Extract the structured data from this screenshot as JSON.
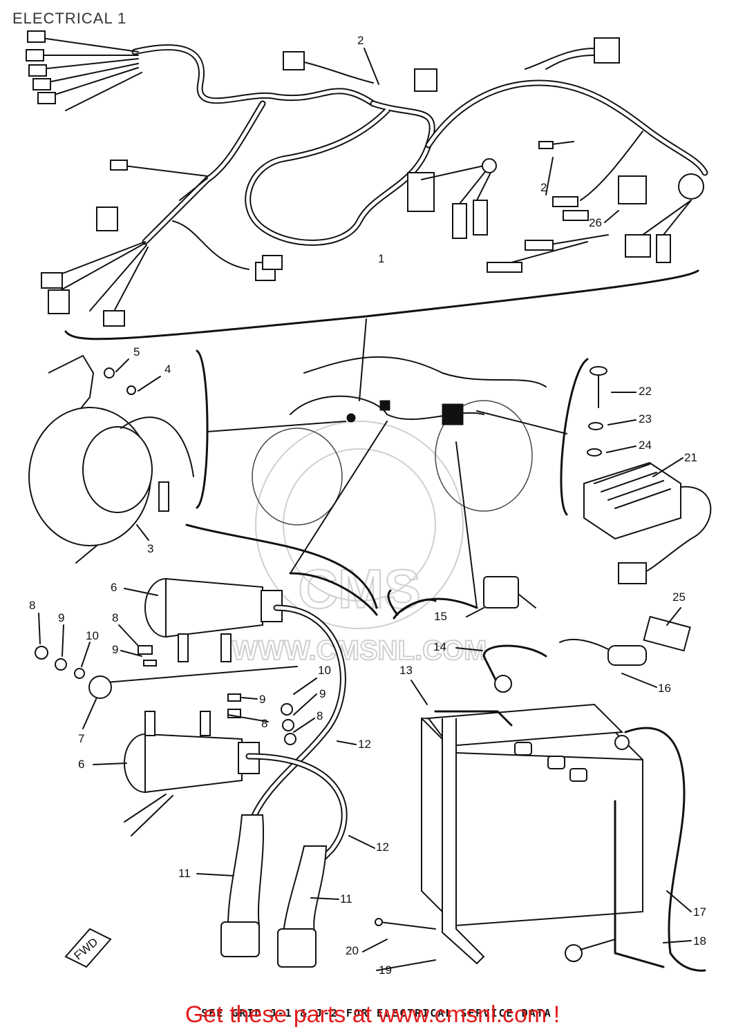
{
  "header": {
    "title": "ELECTRICAL 1"
  },
  "footer": {
    "grid_note": "SEE GRID J-1 & J-2 FOR ELECTRICAL SERVICE DATA",
    "banner": "Get these parts at www.cmsnl.com !"
  },
  "watermark": {
    "logo_text": "CMS",
    "url_text": "WWW.CMSNL.COM"
  },
  "direction": {
    "label": "FWD"
  },
  "callouts": [
    "1",
    "2",
    "2",
    "3",
    "4",
    "5",
    "6",
    "6",
    "7",
    "8",
    "8",
    "8",
    "8",
    "9",
    "9",
    "9",
    "9",
    "10",
    "10",
    "11",
    "11",
    "12",
    "12",
    "13",
    "14",
    "15",
    "16",
    "17",
    "18",
    "19",
    "20",
    "21",
    "22",
    "23",
    "24",
    "25",
    "26"
  ]
}
